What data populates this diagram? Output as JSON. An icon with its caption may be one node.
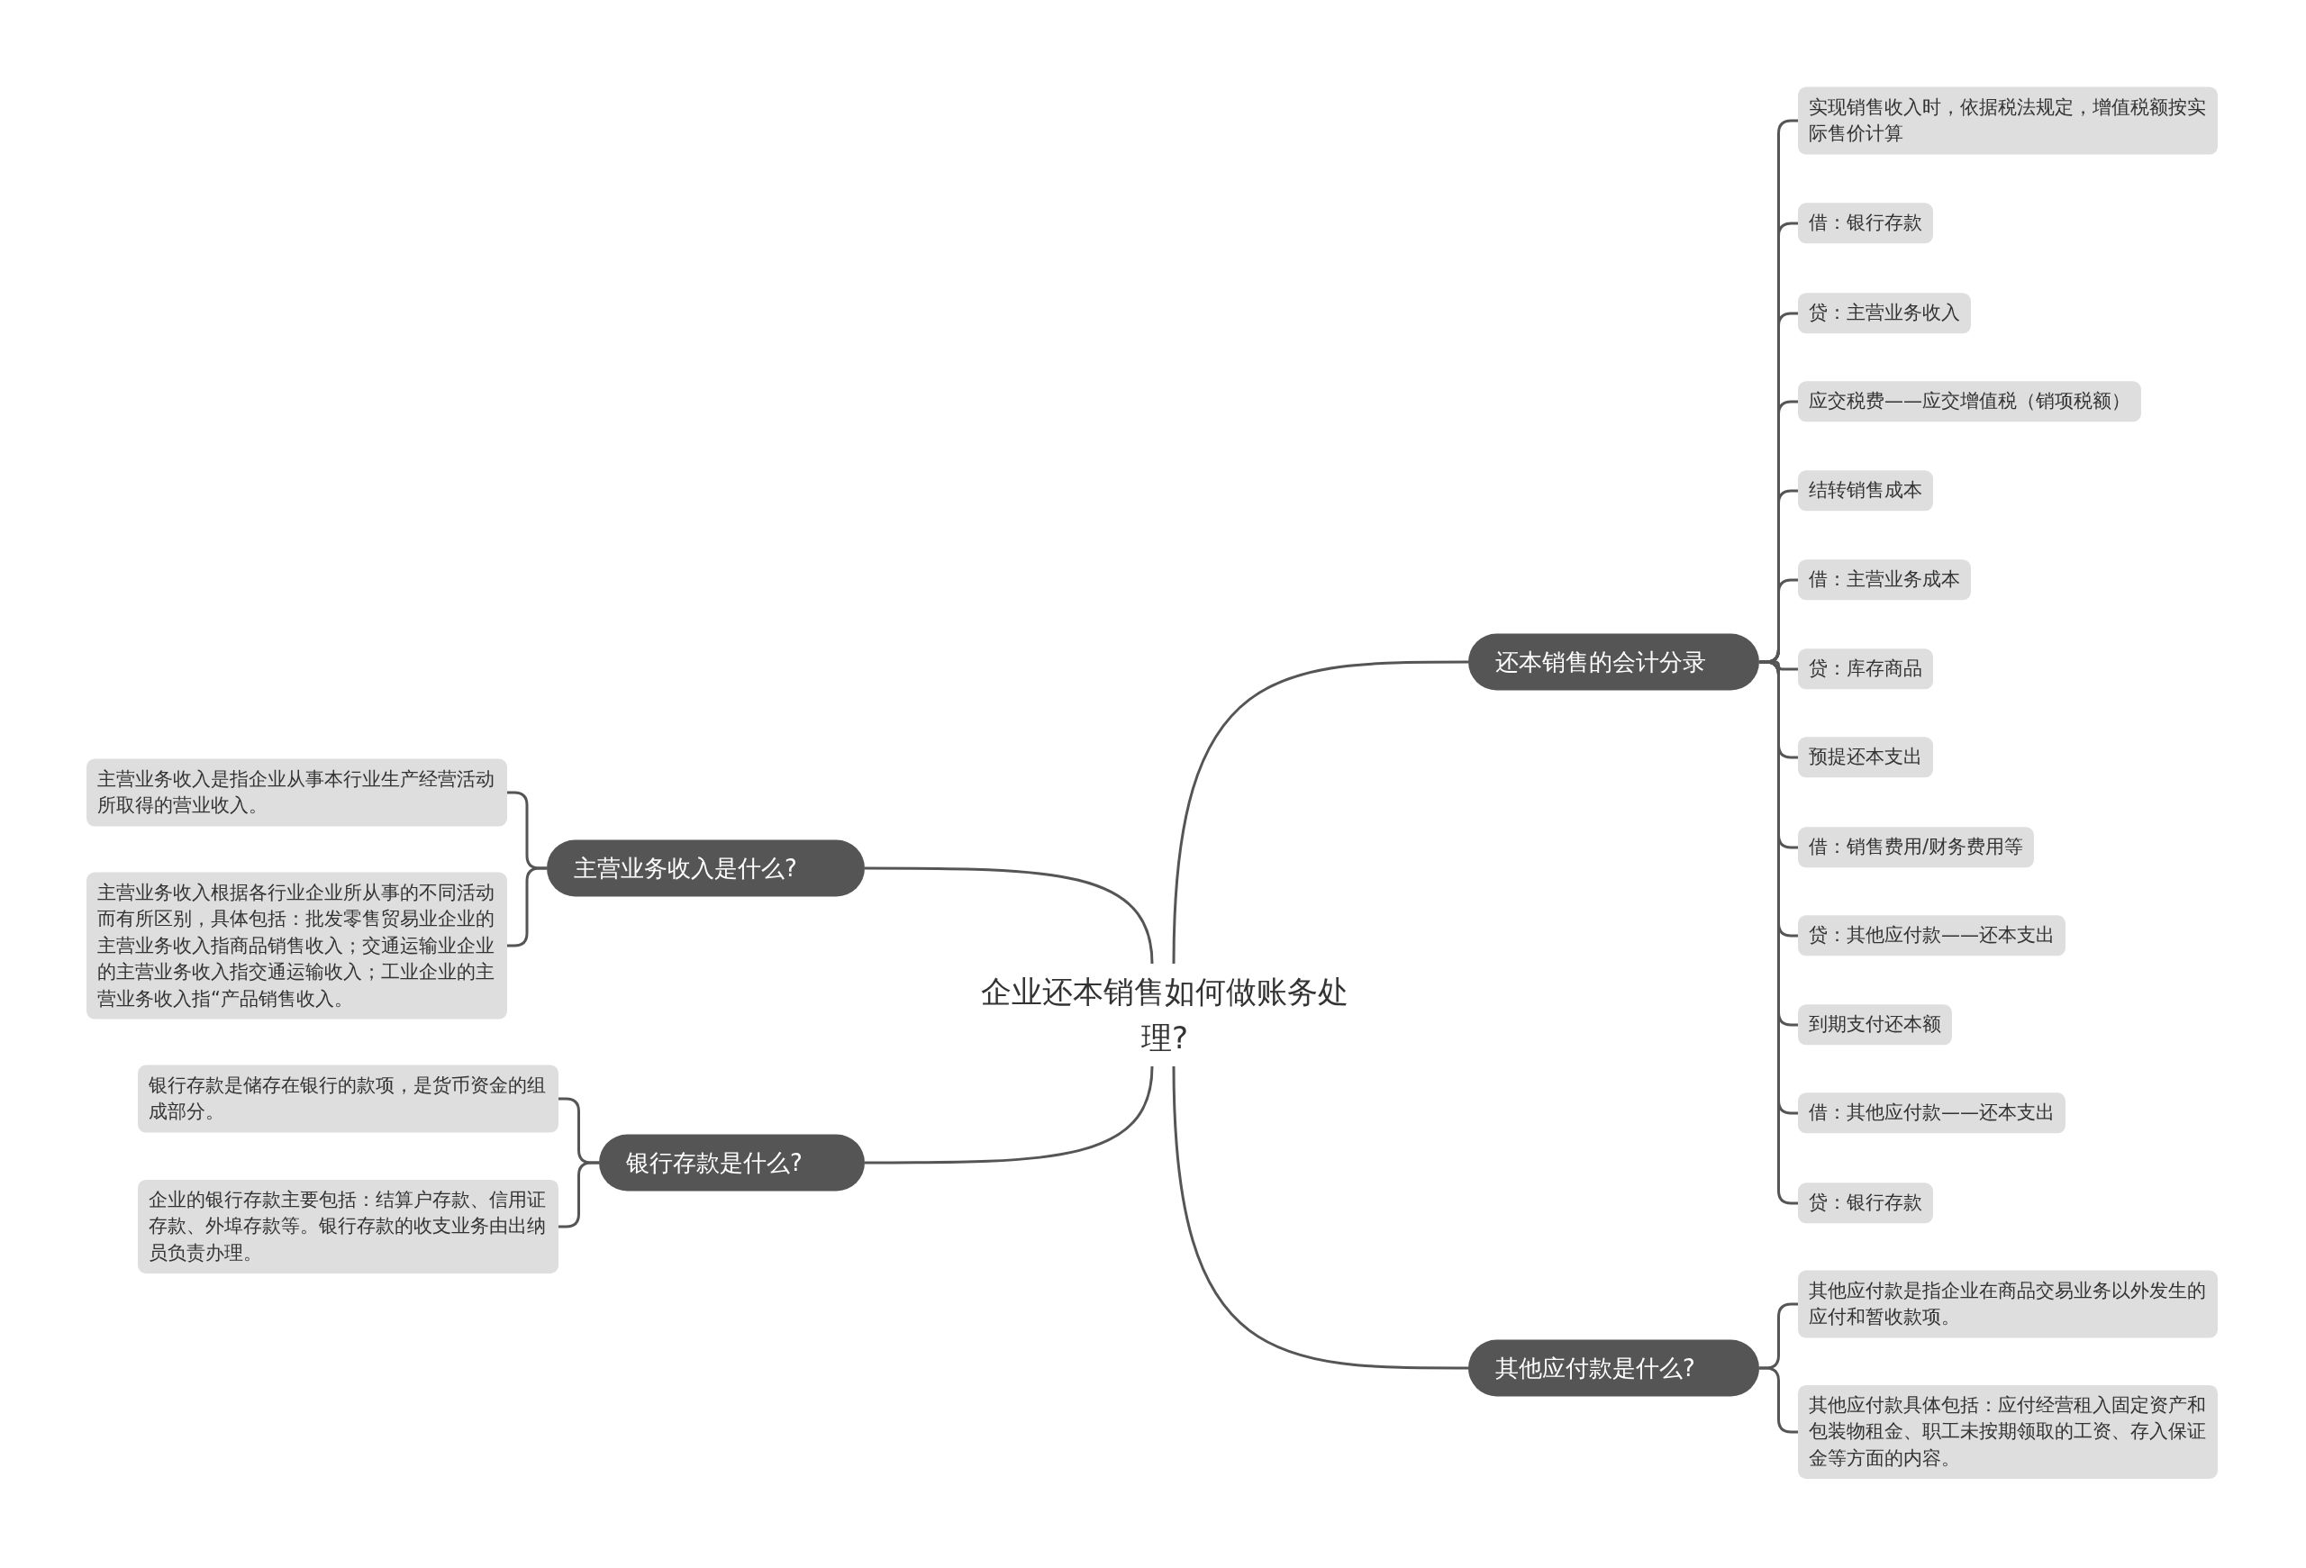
{
  "diagram": {
    "nodes": [
      {
        "text": [
          "企业还本销售如何做账务处理?"
        ]
      },
      {
        "text": [
          "主营业务收入是什么?"
        ]
      },
      {
        "text": [
          "主营业务收入是指企业从事本行业生产经营活动所取得的营业收入。"
        ]
      },
      {
        "text": [
          "主营业务收入根据各行业企业所从事的不同活动而有所区别，具体包括：批发零售贸易业企业的主营业务收入指商品销售收入；交通运输业企业的主营业务收入指交通运输收入；工业企业的主营业务收入指“产品销售收入。"
        ]
      },
      {
        "text": [
          "银行存款是什么?"
        ]
      },
      {
        "text": [
          "银行存款是储存在银行的款项，是货币资金的组成部分。"
        ]
      },
      {
        "text": [
          "企业的银行存款主要包括：结算户存款、信用证存款、外埠存款等。银行存款的收支业务由出纳员负责办理。"
        ]
      },
      {
        "text": [
          "还本销售的会计分录"
        ]
      },
      {
        "text": [
          "实现销售收入时，依据税法规定，增值税额按实际售价计算"
        ]
      },
      {
        "text": [
          "借：银行存款"
        ]
      },
      {
        "text": [
          "贷：主营业务收入"
        ]
      },
      {
        "text": [
          "应交税费——应交增值税（销项税额）"
        ]
      },
      {
        "text": [
          "结转销售成本"
        ]
      },
      {
        "text": [
          "借：主营业务成本"
        ]
      },
      {
        "text": [
          "贷：库存商品"
        ]
      },
      {
        "text": [
          "预提还本支出"
        ]
      },
      {
        "text": [
          "借：销售费用/财务费用等"
        ]
      },
      {
        "text": [
          "贷：其他应付款——还本支出"
        ]
      },
      {
        "text": [
          "到期支付还本额"
        ]
      },
      {
        "text": [
          "借：其他应付款——还本支出"
        ]
      },
      {
        "text": [
          "贷：银行存款"
        ]
      },
      {
        "text": [
          "其他应付款是什么?"
        ]
      },
      {
        "text": [
          "其他应付款是指企业在商品交易业务以外发生的应付和暂收款项。"
        ]
      },
      {
        "text": [
          "其他应付款具体包括：应付经营租入固定资产和包装物租金、职工未按期领取的工资、存入保证金等方面的内容。"
        ]
      }
    ],
    "edges": [
      {
        "from": 0,
        "to": 1,
        "arrow": "none"
      },
      {
        "from": 1,
        "to": 2,
        "arrow": "none"
      },
      {
        "from": 1,
        "to": 3,
        "arrow": "none"
      },
      {
        "from": 0,
        "to": 4,
        "arrow": "none"
      },
      {
        "from": 4,
        "to": 5,
        "arrow": "none"
      },
      {
        "from": 4,
        "to": 6,
        "arrow": "none"
      },
      {
        "from": 0,
        "to": 7,
        "arrow": "none"
      },
      {
        "from": 7,
        "to": 8,
        "arrow": "none"
      },
      {
        "from": 7,
        "to": 9,
        "arrow": "none"
      },
      {
        "from": 7,
        "to": 10,
        "arrow": "none"
      },
      {
        "from": 7,
        "to": 11,
        "arrow": "none"
      },
      {
        "from": 7,
        "to": 12,
        "arrow": "none"
      },
      {
        "from": 7,
        "to": 13,
        "arrow": "none"
      },
      {
        "from": 7,
        "to": 14,
        "arrow": "none"
      },
      {
        "from": 7,
        "to": 15,
        "arrow": "none"
      },
      {
        "from": 7,
        "to": 16,
        "arrow": "none"
      },
      {
        "from": 7,
        "to": 17,
        "arrow": "none"
      },
      {
        "from": 7,
        "to": 18,
        "arrow": "none"
      },
      {
        "from": 7,
        "to": 19,
        "arrow": "none"
      },
      {
        "from": 7,
        "to": 20,
        "arrow": "none"
      },
      {
        "from": 0,
        "to": 21,
        "arrow": "none"
      },
      {
        "from": 21,
        "to": 22,
        "arrow": "none"
      },
      {
        "from": 21,
        "to": 23,
        "arrow": "none"
      }
    ]
  }
}
